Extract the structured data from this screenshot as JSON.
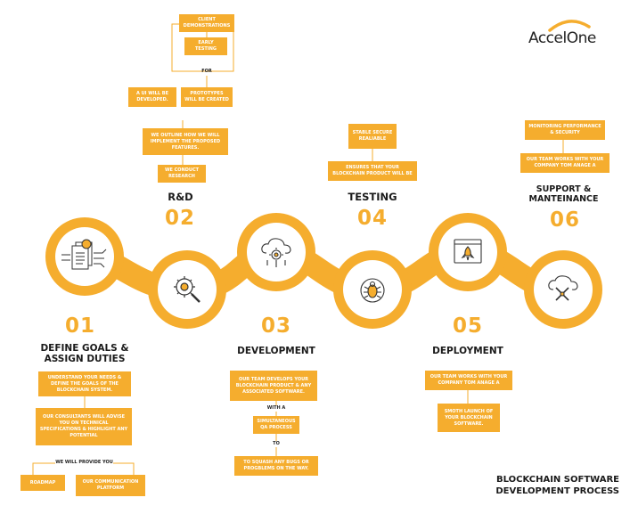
{
  "brand": {
    "name": "AccelOne",
    "accent": "#F5AD2E"
  },
  "footer": {
    "line1": "BLOCKCHAIN SOFTWARE",
    "line2": "DEVELOPMENT PROCESS"
  },
  "steps": [
    {
      "number": "01",
      "title": "DEFINE GOALS &",
      "title2": "ASSIGN DUTIES",
      "boxes": [
        "UNDERSTAND YOUR NEEDS & DEFINE THE GOALS OF THE BLOCKCHAIN SYSTEM.",
        "OUR CONSULTANTS WILL ADVISE YOU ON TECHNICAL SPECIFICATIONS & HIGHLIGHT ANY POTENTIAL",
        "ROADMAP",
        "OUR COMMUNICATION PLATFORM"
      ],
      "connectors": [
        "WE WILL PROVIDE YOU"
      ]
    },
    {
      "number": "02",
      "title": "R&D",
      "boxes": [
        "WE CONDUCT RESEARCH",
        "WE OUTLINE HOW WE WILL IMPLEMENT THE PROPOSED FEATURES.",
        "A UI WILL BE DEVELOPED.",
        "PROTOTYPES WILL BE CREATED",
        "EARLY TESTING",
        "CLIENT DEMONSTRATIONS"
      ],
      "connectors": [
        "FOR"
      ]
    },
    {
      "number": "03",
      "title": "DEVELOPMENT",
      "boxes": [
        "OUR TEAM DEVELOPS YOUR BLOCKCHAIN PRODUCT & ANY ASSOCIATED SOFTWARE.",
        "SIMULTANEOUS QA PROCESS",
        "TO SQUASH ANY BUGS OR PROGBLEMS ON THE WAY."
      ],
      "connectors": [
        "WITH A",
        "TO"
      ]
    },
    {
      "number": "04",
      "title": "TESTING",
      "boxes": [
        "STABLE SECURE REALIABLE",
        "ENSURES THAT YOUR BLOCKCHAIN PRODUCT WILL BE"
      ]
    },
    {
      "number": "05",
      "title": "DEPLOYMENT",
      "boxes": [
        "OUR TEAM WORKS WITH YOUR COMPANY TOM ANAGE A",
        "SMOTH LAUNCH OF YOUR BLOCKCHAIN SOFTWARE."
      ]
    },
    {
      "number": "06",
      "title": "SUPPORT &",
      "title2": "MANTEINANCE",
      "boxes": [
        "MONITORING PERFORMANCE & SECURITY",
        "OUR TEAM WORKS WITH YOUR COMPANY TOM ANAGE A"
      ]
    }
  ],
  "icons": [
    "documents-circuit-icon",
    "gear-search-icon",
    "cloud-gear-icon",
    "bug-target-icon",
    "rocket-browser-icon",
    "cloud-tools-icon"
  ]
}
